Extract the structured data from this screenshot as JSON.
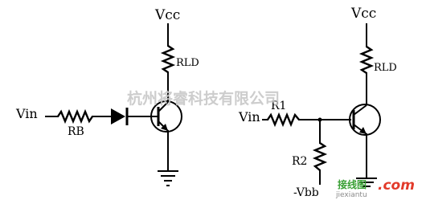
{
  "labels": {
    "vcc_left": "Vcc",
    "rld_left": "RLD",
    "vin_left": "Vin",
    "rb": "RB",
    "vcc_right": "Vcc",
    "rld_right": "RLD",
    "r1": "R1",
    "vin_right": "Vin",
    "r2": "R2",
    "vbb": "-Vbb"
  },
  "watermark": {
    "text": "杭州将睿科技有限公司"
  },
  "logo": {
    "mark": "接线图",
    "domain": ".com",
    "site": "jiexiantu"
  }
}
